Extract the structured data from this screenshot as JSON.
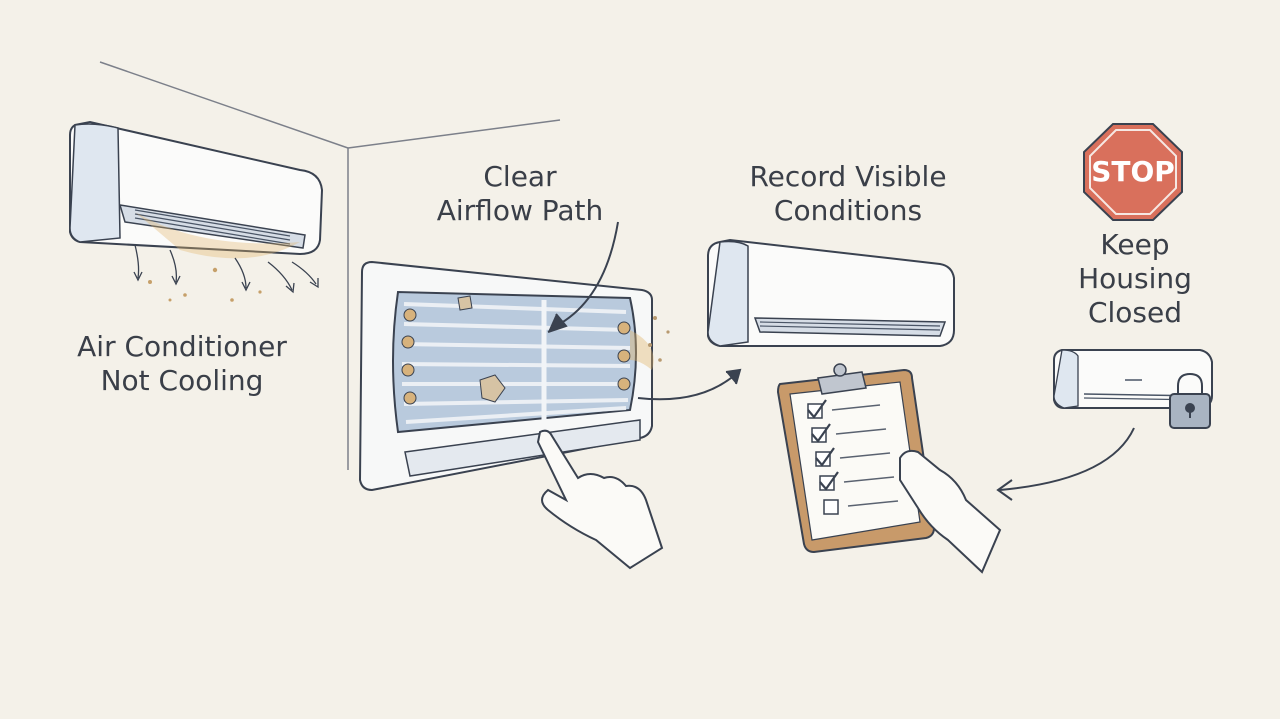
{
  "steps": [
    {
      "lines": [
        "Air Conditioner",
        "Not Cooling"
      ]
    },
    {
      "lines": [
        "Clear",
        "Airflow Path"
      ]
    },
    {
      "lines": [
        "Record Visible",
        "Conditions"
      ]
    },
    {
      "lines": [
        "Keep",
        "Housing",
        "Closed"
      ]
    }
  ],
  "stop_sign": {
    "text": "STOP"
  },
  "icons": [
    "ac-unit-icon",
    "filter-grille-icon",
    "pointing-hand-icon",
    "clipboard-checklist-icon",
    "stop-sign-icon",
    "padlock-icon"
  ],
  "colors": {
    "background": "#f4f1e9",
    "line": "#3a4250",
    "accent_blue": "#6f8fb3",
    "stop_red": "#d9705c",
    "clipboard": "#c89a6a",
    "dust": "#e2b46a"
  }
}
